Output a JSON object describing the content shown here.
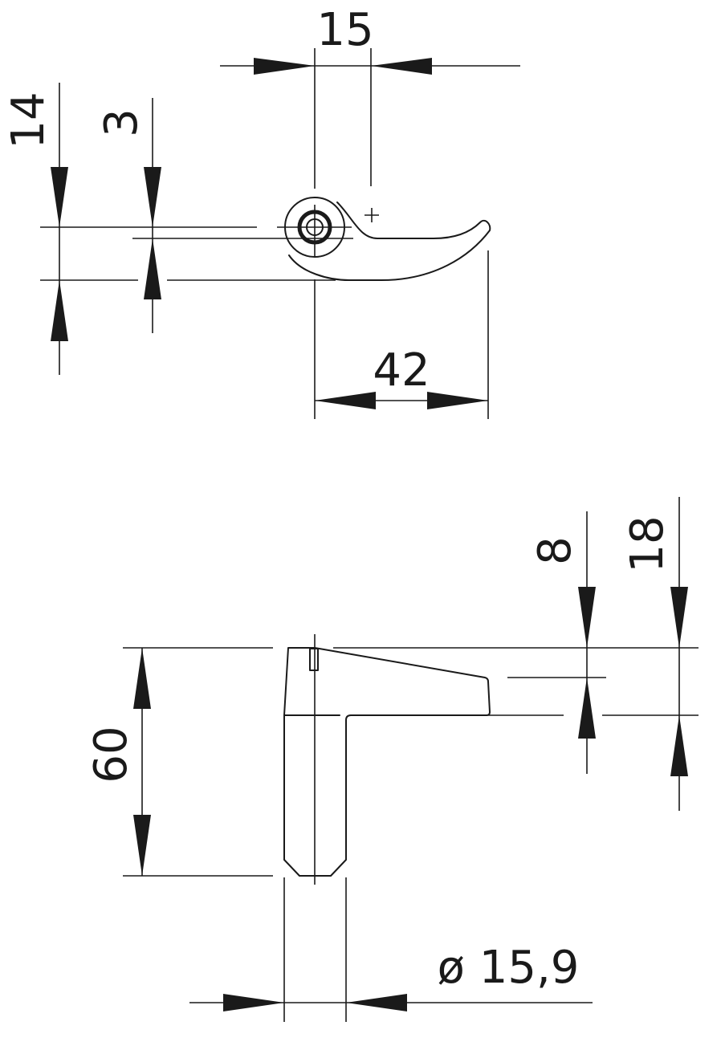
{
  "top_view": {
    "dim_width": "15",
    "dim_height": "14",
    "dim_offset": "3",
    "dim_length": "42"
  },
  "side_view": {
    "dim_height": "60",
    "dim_lever_thickness": "8",
    "dim_lever_end": "18",
    "dim_diameter": "ø 15,9"
  }
}
